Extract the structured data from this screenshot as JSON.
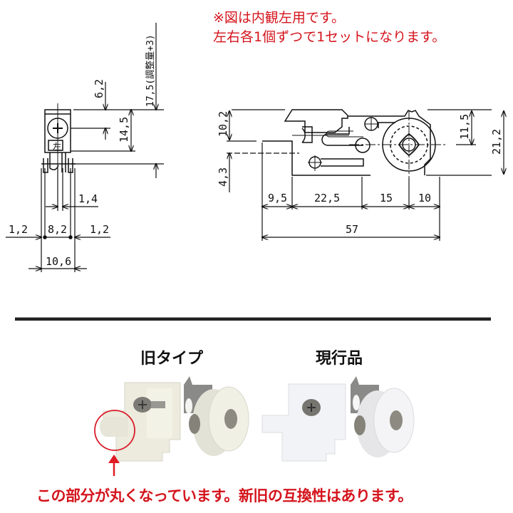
{
  "notes": {
    "line1": "※図は内観左用です。",
    "line2": "左右各1個ずつで1セットになります。",
    "color": "#d4141c"
  },
  "side_view": {
    "dimensions": {
      "top_offset": "6,2",
      "height_inner": "14,5",
      "height_total": "17,5(調整量+3)",
      "width_inner": "8,2",
      "width_total": "10,6",
      "left_margin": "1,2",
      "right_margin": "1,2",
      "slot": "1,4"
    },
    "mark": "左"
  },
  "front_view": {
    "dimensions": {
      "height_upper": "10,2",
      "height_lower": "4,3",
      "wheel_center": "11,5",
      "height_total": "21,2",
      "seg1": "9,5",
      "seg2": "22,5",
      "seg3": "15",
      "seg4": "10",
      "width_total": "57"
    }
  },
  "photos": {
    "old": {
      "label": "旧タイプ"
    },
    "current": {
      "label": "現行品"
    }
  },
  "caption": "この部分が丸くなっています。新旧の互換性はあります。"
}
